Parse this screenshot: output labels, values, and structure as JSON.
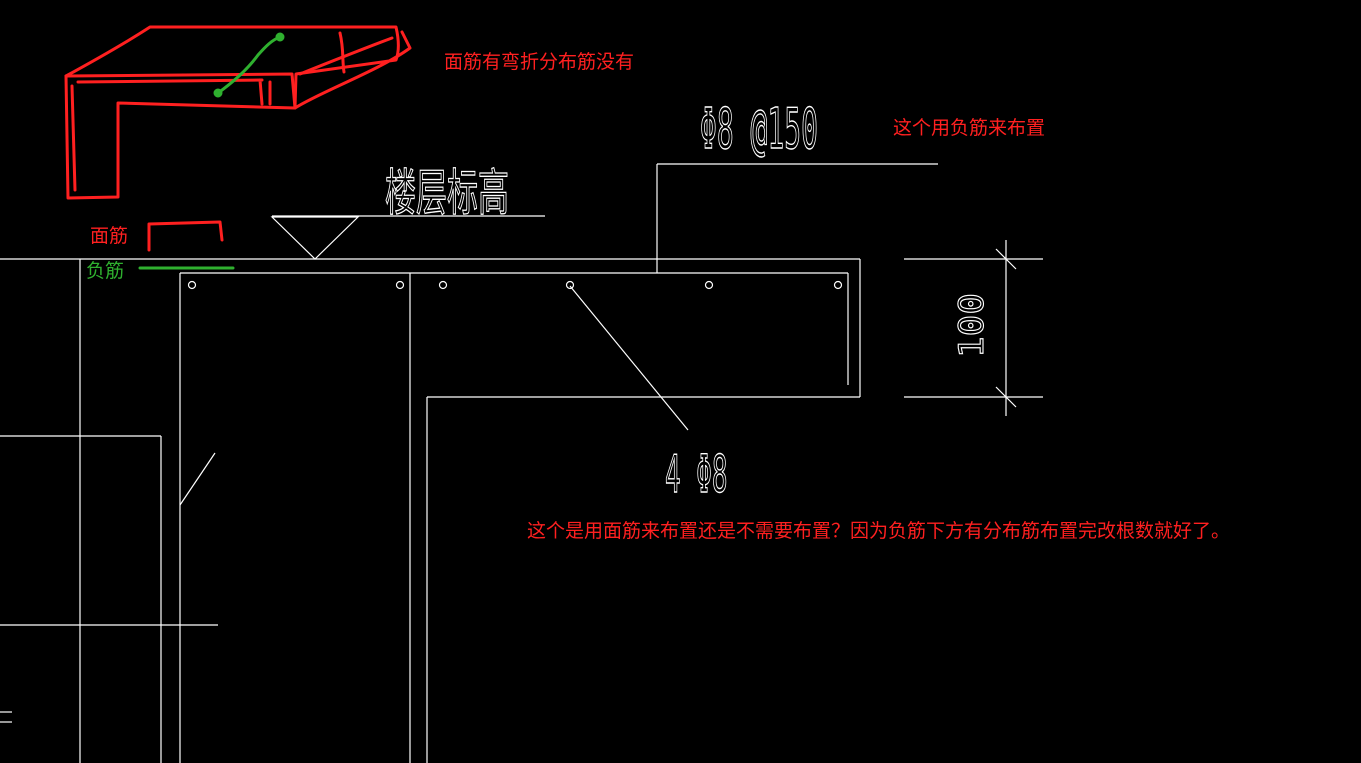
{
  "colors": {
    "background": "#000000",
    "cad_line": "#ffffff",
    "annotation_red": "#ff2020",
    "annotation_green": "#2fb02f"
  },
  "sketch": {
    "note": "面筋有弯折分布筋没有"
  },
  "legend": {
    "face_bar_label": "面筋",
    "negative_bar_label": "负筋"
  },
  "drawing": {
    "elevation_label": "楼层标高",
    "rebar_spec": "Φ8 @150",
    "bottom_rebar": "4 Φ8",
    "dimension": "100"
  },
  "annotations": {
    "rebar_spec_note": "这个用负筋来布置",
    "question": "这个是用面筋来布置还是不需要布置？因为负筋下方有分布筋布置完改根数就好了。"
  }
}
